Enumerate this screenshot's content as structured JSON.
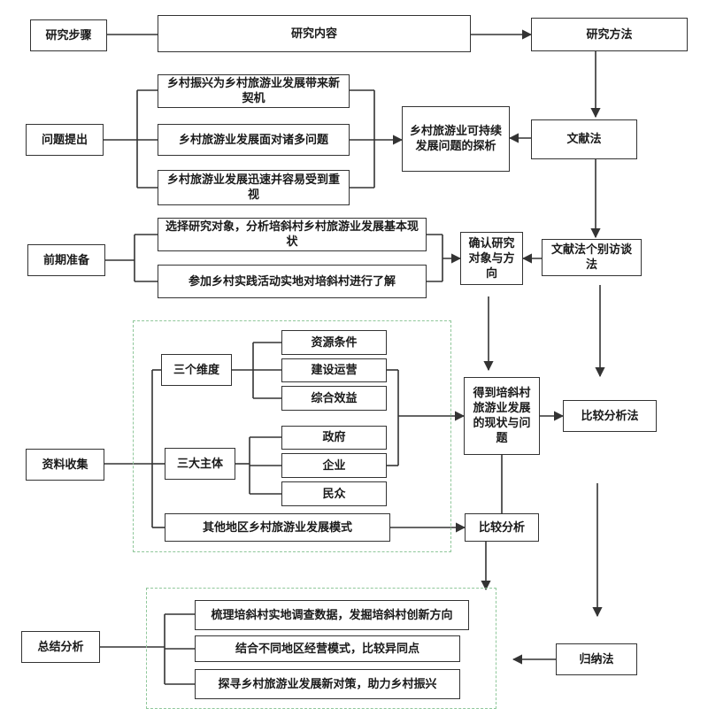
{
  "header": {
    "steps": "研究步骤",
    "content": "研究内容",
    "methods": "研究方法"
  },
  "steps": {
    "problem": "问题提出",
    "prep": "前期准备",
    "collect": "资料收集",
    "summary": "总结分析"
  },
  "problem": {
    "items": [
      "乡村振兴为乡村旅游业发展带来新契机",
      "乡村旅游业发展面对诸多问题",
      "乡村旅游业发展迅速并容易受到重视"
    ],
    "result": "乡村旅游业可持续发展问题的探析"
  },
  "prep": {
    "items": [
      "选择研究对象，分析培斜村乡村旅游业发展基本现状",
      "参加乡村实践活动实地对培斜村进行了解"
    ],
    "result": "确认研究对象与方向"
  },
  "collect": {
    "dimensions": "三个维度",
    "dimension_items": [
      "资源条件",
      "建设运营",
      "综合效益"
    ],
    "subjects": "三大主体",
    "subject_items": [
      "政府",
      "企业",
      "民众"
    ],
    "other": "其他地区乡村旅游业发展模式",
    "result": "得到培斜村旅游业发展的现状与问题",
    "compare": "比较分析"
  },
  "summary": {
    "items": [
      "梳理培斜村实地调查数据，发掘培斜村创新方向",
      "结合不同地区经营模式，比较异同点",
      "探寻乡村旅游业发展新对策，助力乡村振兴"
    ]
  },
  "methods": {
    "literature": "文献法",
    "literature_interview": "文献法个别访谈法",
    "comparative": "比较分析法",
    "inductive": "归纳法"
  },
  "colors": {
    "line": "#333333",
    "dashed_group": "#8fc79a"
  }
}
